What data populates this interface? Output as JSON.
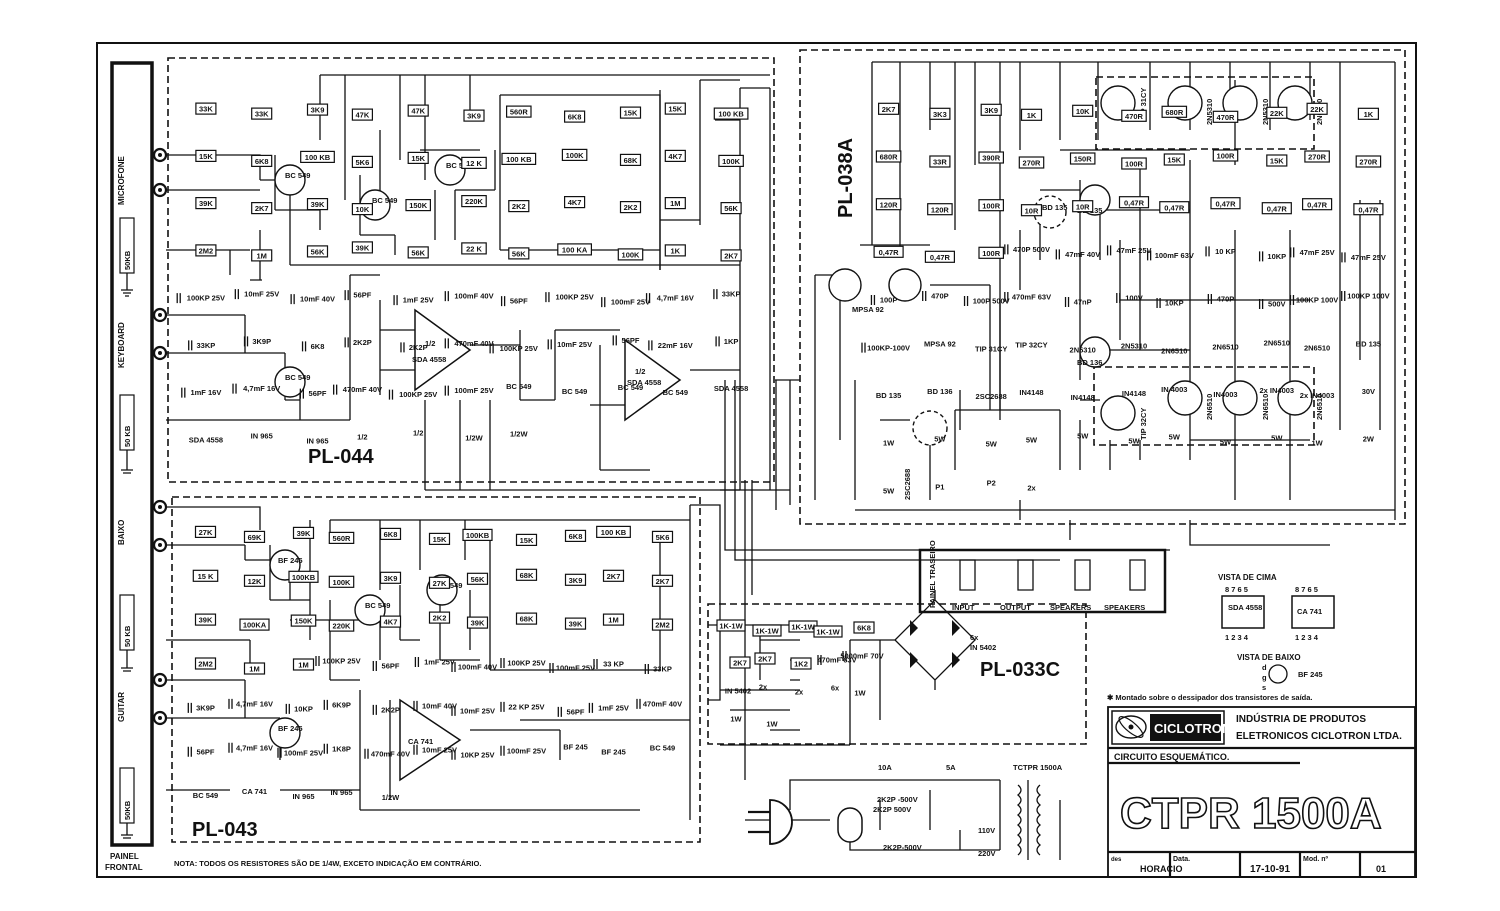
{
  "boards": {
    "pl044": "PL-044",
    "pl043": "PL-043",
    "pl038a": "PL-038A",
    "pl033c": "PL-033C"
  },
  "front_panel": {
    "label_line1": "PAINEL",
    "label_line2": "FRONTAL",
    "inputs": [
      "MICROFONE",
      "KEYBOARD",
      "BAIXO",
      "GUITAR"
    ],
    "pots": [
      "50KB",
      "50 KB",
      "50 KB",
      "50KB"
    ]
  },
  "rear_panel": {
    "label": "PAINEL TRASEIRO",
    "connectors": [
      "INPUT",
      "OUTPUT",
      "SPEAKERS",
      "SPEAKERS"
    ]
  },
  "pl044_parts": {
    "resistors": [
      "33K",
      "33K",
      "3K9",
      "47K",
      "47K",
      "3K9",
      "560R",
      "6K8",
      "15K",
      "15K",
      "100 KB",
      "15K",
      "6K8",
      "100 KB",
      "5K6",
      "15K",
      "12 K",
      "100 KB",
      "100K",
      "68K",
      "4K7",
      "100K",
      "39K",
      "2K7",
      "39K",
      "10K",
      "150K",
      "220K",
      "2K2",
      "4K7",
      "2K2",
      "1M",
      "56K",
      "2M2",
      "1M",
      "56K",
      "39K",
      "56K",
      "22 K",
      "56K",
      "100 KA",
      "100K",
      "1K",
      "2K7"
    ],
    "capacitors": [
      "100KP 25V",
      "10mF 25V",
      "10mF 40V",
      "56PF",
      "1mF 25V",
      "100mF 40V",
      "56PF",
      "100KP 25V",
      "100mF 25V",
      "4,7mF 16V",
      "33KP",
      "33KP",
      "3K9P",
      "6K8",
      "2K2P",
      "2K2P",
      "470mF 40V",
      "100KP 25V",
      "10mF 25V",
      "56PF",
      "22mF 16V",
      "1KP",
      "1mF 16V",
      "4,7mF 16V",
      "56PF",
      "470mF 40V",
      "100KP 25V",
      "100mF 25V"
    ],
    "semis": [
      "BC 549",
      "BC 549",
      "BC 549",
      "BC 549",
      "SDA 4558",
      "SDA 4558",
      "IN 965",
      "IN 965"
    ],
    "misc": [
      "1/2",
      "1/2",
      "1/2W",
      "1/2W"
    ]
  },
  "pl043_parts": {
    "resistors": [
      "27K",
      "69K",
      "39K",
      "560R",
      "6K8",
      "15K",
      "100KB",
      "15K",
      "6K8",
      "100 KB",
      "5K6",
      "15 K",
      "12K",
      "100KB",
      "100K",
      "3K9",
      "27K",
      "56K",
      "68K",
      "3K9",
      "2K7",
      "2K7",
      "39K",
      "100KA",
      "150K",
      "220K",
      "4K7",
      "2K2",
      "39K",
      "68K",
      "39K",
      "1M",
      "2M2",
      "2M2",
      "1M",
      "1M"
    ],
    "capacitors": [
      "100KP 25V",
      "56PF",
      "1mF 25V",
      "100mF 40V",
      "100KP 25V",
      "100mF 25V",
      "33 KP",
      "33KP",
      "3K9P",
      "4,7mF 16V",
      "10KP",
      "6K9P",
      "2K2P",
      "10mF 40V",
      "10mF 25V",
      "22 KP 25V",
      "56PF",
      "1mF 25V",
      "470mF 40V",
      "56PF",
      "4,7mF 16V",
      "100mF 25V",
      "1K8P",
      "470mF 40V",
      "10mF 25V",
      "10KP 25V",
      "100mF 25V"
    ],
    "semis": [
      "BF 245",
      "BF 245",
      "BC 549",
      "BC 549",
      "CA 741",
      "IN 965",
      "IN 965"
    ],
    "misc": [
      "1/2W"
    ]
  },
  "pl038a_parts": {
    "resistors": [
      "2K7",
      "3K3",
      "3K9",
      "1K",
      "10K",
      "470R",
      "680R",
      "470R",
      "22K",
      "22K",
      "1K",
      "680R",
      "33R",
      "390R",
      "270R",
      "150R",
      "100R",
      "15K",
      "100R",
      "15K",
      "270R",
      "270R",
      "120R",
      "120R",
      "100R",
      "10R",
      "10R",
      "0,47R",
      "0,47R",
      "0,47R",
      "0,47R",
      "0,47R",
      "0,47R",
      "0,47R",
      "0,47R",
      "100R"
    ],
    "capacitors": [
      "470P 500V",
      "47mF 40V",
      "47mF 25V",
      "100mF 63V",
      "10 KP",
      "10KP",
      "47mF 25V",
      "47mF 25V",
      "100P",
      "470P",
      "100P 500V",
      "470mF 63V",
      "47nP",
      "100V",
      "10KP",
      "470P",
      "500V",
      "100KP 100V",
      "100KP 100V",
      "100KP-100V"
    ],
    "semis": [
      "MPSA 92",
      "TIP 31CY",
      "TIP 32CY",
      "2N5310",
      "2N5310",
      "2N6510",
      "2N6510",
      "2N6510",
      "2N6510",
      "BD 135",
      "BD 135",
      "BD 136",
      "2SC2688",
      "IN4148",
      "IN4148",
      "IN4148",
      "IN 4003",
      "IN4003",
      "2x IN4003",
      "2x IN4003",
      "30V"
    ],
    "misc": [
      "1W",
      "5W",
      "5W",
      "5W",
      "5W",
      "5W",
      "5W",
      "5W",
      "5W",
      "1W",
      "2W",
      "5W",
      "P1",
      "P2",
      "2x"
    ]
  },
  "pl033c_parts": {
    "resistors": [
      "1K-1W",
      "1K-1W",
      "1K-1W",
      "1K-1W",
      "6K8",
      "2K7",
      "2K7",
      "1K2"
    ],
    "capacitors": [
      "470mF 63V",
      "5000mF 70V"
    ],
    "semis": [
      "IN 5402"
    ],
    "misc": [
      "2x",
      "2x",
      "6x",
      "1W",
      "1W",
      "1W"
    ]
  },
  "power_section": {
    "fuse1": "10A",
    "fuse2": "5A",
    "transformer": "TCTPR 1500A",
    "caps": [
      "2K2P -500V",
      "2K2P 500V",
      "2K2P-500V"
    ],
    "voltages": [
      "110V",
      "220V"
    ]
  },
  "pinout": {
    "heading": "VISTA    DE   CIMA",
    "pins_top": "8 7 6 5",
    "pins_bottom": "1 2 3 4",
    "chip1": "SDA 4558",
    "chip2": "CA 741",
    "bottom_view": "VISTA  DE  BAIXO",
    "fet": "BF 245",
    "fet_pins": [
      "d",
      "g",
      "s"
    ]
  },
  "heatsink_note": "✱ Montado sobre o dessipador dos transistores de saída.",
  "title_block": {
    "logo": "CICLOTRON",
    "company_line1": "INDÚSTRIA  DE  PRODUTOS",
    "company_line2": "ELETRONICOS CICLOTRON LTDA.",
    "drawing_title": "CIRCUITO  ESQUEMÁTICO.",
    "model": "CTPR 1500A",
    "des_label": "des",
    "des_value": "HORACIO",
    "date_label": "Data.",
    "date_value": "17-10-91",
    "mod_label": "Mod. nº",
    "mod_value": "01"
  },
  "footnote": "NOTA:  TODOS  OS  RESISTORES  SÃO  DE  1/4W,  EXCETO  INDICAÇÃO  EM  CONTRÁRIO."
}
